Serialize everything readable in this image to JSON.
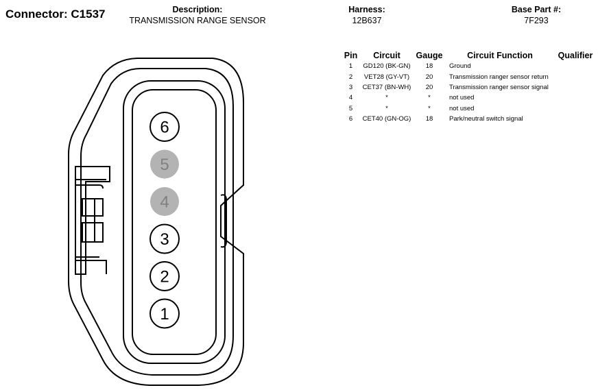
{
  "header": {
    "connector_label": "Connector: C1537",
    "description_label": "Description:",
    "description_value": "TRANSMISSION RANGE SENSOR",
    "harness_label": "Harness:",
    "harness_value": "12B637",
    "base_part_label": "Base Part #:",
    "base_part_value": "7F293"
  },
  "table": {
    "headers": {
      "pin": "Pin",
      "circuit": "Circuit",
      "gauge": "Gauge",
      "function": "Circuit Function",
      "qualifier": "Qualifier"
    },
    "rows": [
      {
        "pin": "1",
        "circuit": "GD120 (BK-GN)",
        "gauge": "18",
        "function": "Ground",
        "qualifier": ""
      },
      {
        "pin": "2",
        "circuit": "VET28 (GY-VT)",
        "gauge": "20",
        "function": "Transmission ranger sensor return",
        "qualifier": ""
      },
      {
        "pin": "3",
        "circuit": "CET37 (BN-WH)",
        "gauge": "20",
        "function": "Transmission ranger sensor signal",
        "qualifier": ""
      },
      {
        "pin": "4",
        "circuit": "*",
        "gauge": "*",
        "function": "not used",
        "qualifier": ""
      },
      {
        "pin": "5",
        "circuit": "*",
        "gauge": "*",
        "function": "not used",
        "qualifier": ""
      },
      {
        "pin": "6",
        "circuit": "CET40 (GN-OG)",
        "gauge": "18",
        "function": "Park/neutral switch signal",
        "qualifier": ""
      }
    ]
  },
  "diagram": {
    "pins": [
      {
        "label": "6",
        "used": true
      },
      {
        "label": "5",
        "used": false
      },
      {
        "label": "4",
        "used": false
      },
      {
        "label": "3",
        "used": true
      },
      {
        "label": "2",
        "used": true
      },
      {
        "label": "1",
        "used": true
      }
    ],
    "colors": {
      "used_fill": "#ffffff",
      "unused_fill": "#b3b3b3",
      "unused_text": "#808080",
      "line": "#000000"
    }
  }
}
